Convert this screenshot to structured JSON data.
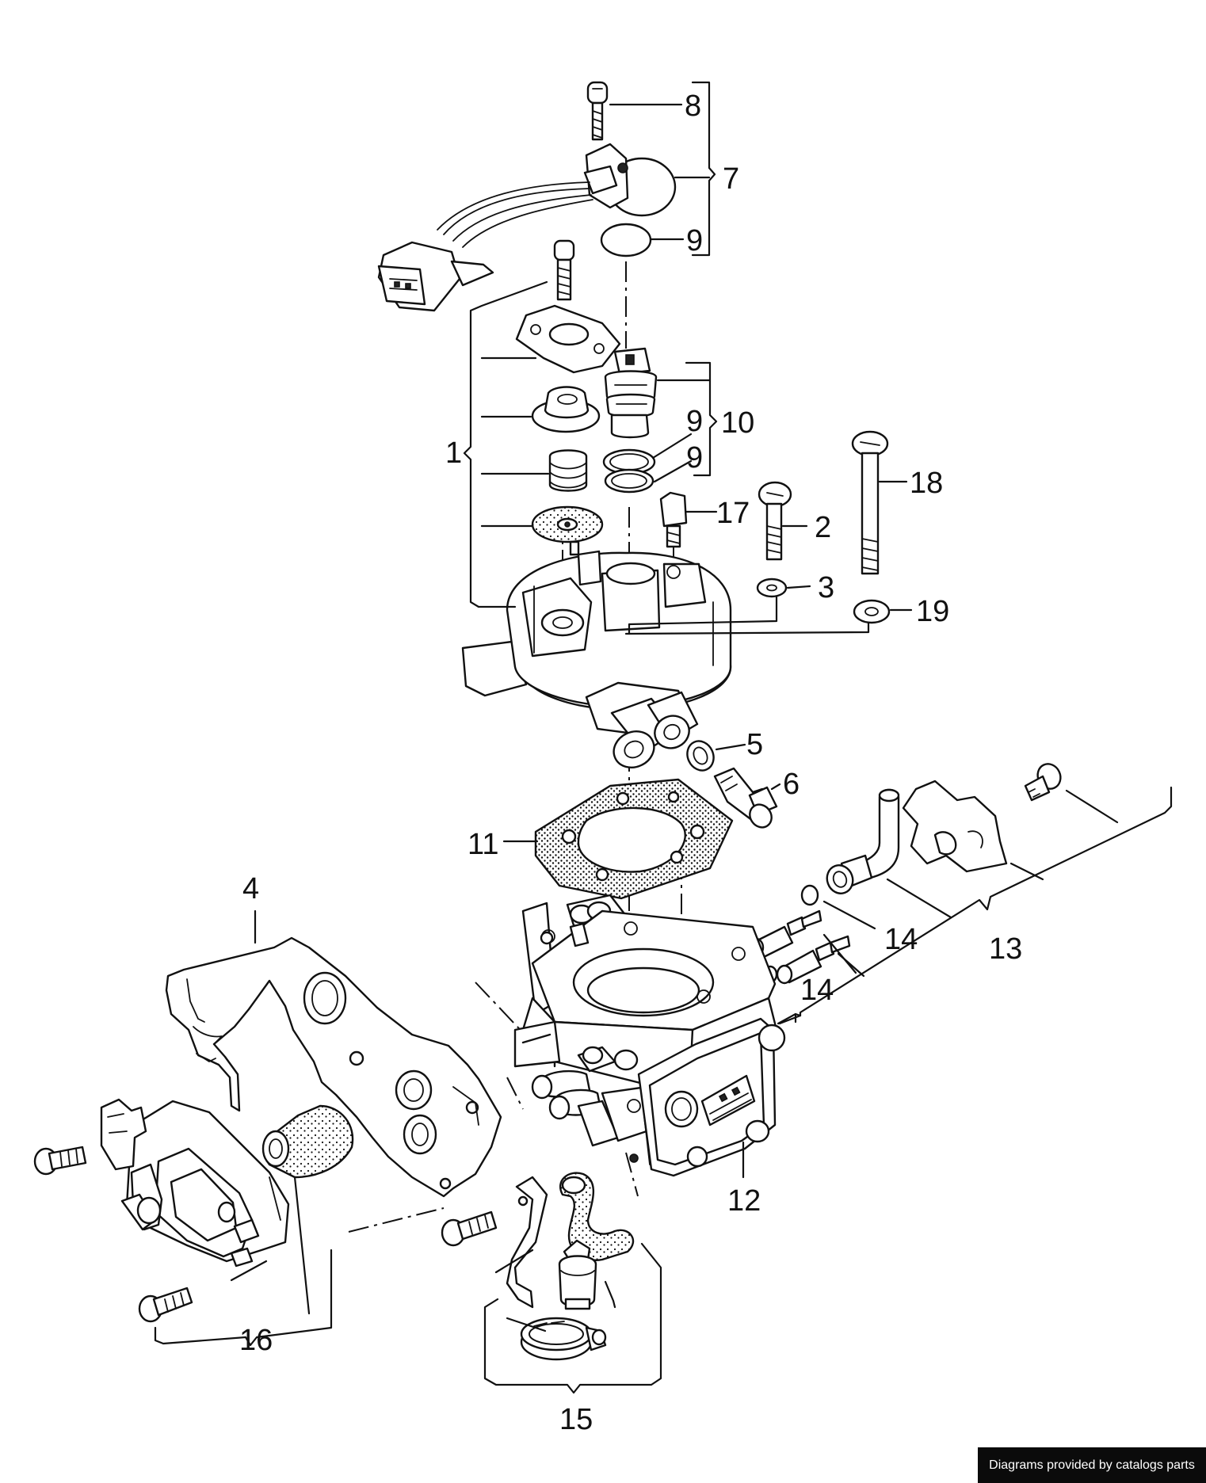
{
  "callouts": {
    "c1": "1",
    "c2": "2",
    "c3": "3",
    "c4": "4",
    "c5": "5",
    "c6": "6",
    "c7": "7",
    "c8": "8",
    "c9a": "9",
    "c9b": "9",
    "c9c": "9",
    "c10": "10",
    "c11": "11",
    "c12": "12",
    "c13": "13",
    "c14a": "14",
    "c14b": "14",
    "c15": "15",
    "c16": "16",
    "c17": "17",
    "c18": "18",
    "c19": "19"
  },
  "credit": "Diagrams provided by catalogs parts"
}
